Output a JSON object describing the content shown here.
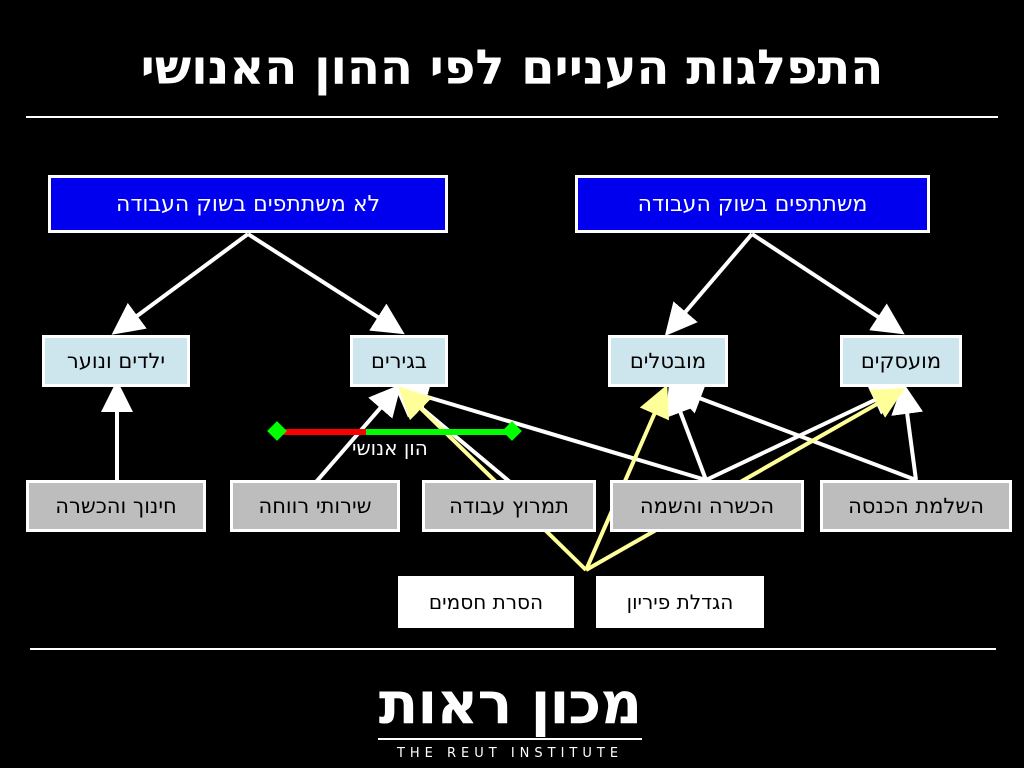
{
  "title": "התפלגות העניים לפי ההון האנושי",
  "top_nodes": {
    "participating": "משתתפים בשוק העבודה",
    "not_participating": "לא משתתפים בשוק העבודה"
  },
  "mid_nodes": {
    "employed": "מועסקים",
    "unemployed": "מובטלים",
    "adults": "בגירים",
    "children": "ילדים ונוער"
  },
  "policy_nodes": {
    "income_supplement": "השלמת הכנסה",
    "training_placement": "הכשרה והשמה",
    "work_incentive": "תמרוץ עבודה",
    "welfare_services": "שירותי רווחה",
    "education_training": "חינוך והכשרה"
  },
  "result_nodes": {
    "productivity": "הגדלת פיריון",
    "barriers": "הסרת חסמים"
  },
  "human_capital_label": "הון אנושי",
  "logo": {
    "hebrew": "מכון ראות",
    "english": "THE REUT INSTITUTE"
  },
  "colors": {
    "background": "#000000",
    "blue_box": "#0000ee",
    "light_box": "#cde6ee",
    "gray_box": "#bdbdbd",
    "yellow_arrow": "#ffff99",
    "scale_red": "#ff0000",
    "scale_green": "#00ff00"
  }
}
